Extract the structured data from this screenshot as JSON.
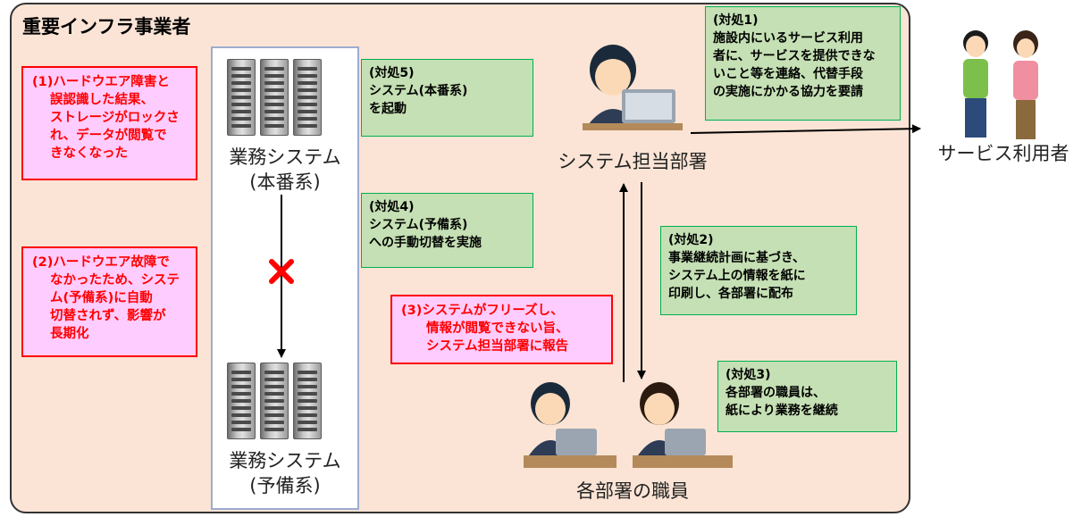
{
  "colors": {
    "outer_bg": "#fbe4d5",
    "alert_bg": "#ffccff",
    "alert_text": "#ff0000",
    "action_bg": "#c5e0b4",
    "action_border": "#00b050",
    "panel_border": "#9dabd0",
    "cross": "#ff0000"
  },
  "org_title": "重要インフラ事業者",
  "systems": {
    "prod_line1": "業務システム",
    "prod_line2": "(本番系)",
    "backup_line1": "業務システム",
    "backup_line2": "(予備系)"
  },
  "alerts": {
    "a1": [
      "(1)ハードウエア障害と",
      "誤認識した結果、",
      "ストレージがロックさ",
      "れ、データが閲覧で",
      "きなくなった"
    ],
    "a2": [
      "(2)ハードウエア故障で",
      "なかったため、システ",
      "ム(予備系)に自動",
      "切替されず、影響が",
      "長期化"
    ],
    "a3": [
      "(3)システムがフリーズし、",
      "情報が閲覧できない旨、",
      "システム担当部署に報告"
    ]
  },
  "actions": {
    "t1": [
      "(対処1)",
      "施設内にいるサービス利用",
      "者に、サービスを提供できな",
      "いこと等を連絡、代替手段",
      "の実施にかかる協力を要請"
    ],
    "t2": [
      "(対処2)",
      "事業継続計画に基づき、",
      "システム上の情報を紙に",
      "印刷し、各部署に配布"
    ],
    "t3": [
      "(対処3)",
      "各部署の職員は、",
      "紙により業務を継続"
    ],
    "t4": [
      "(対処4)",
      "システム(予備系)",
      "への手動切替を実施"
    ],
    "t5": [
      "(対処5)",
      "システム(本番系)",
      "を起動"
    ]
  },
  "labels": {
    "sys_dept": "システム担当部署",
    "staff": "各部署の職員",
    "users": "サービス利用者"
  },
  "icons": {
    "cross": "failure-x-icon",
    "server": "server-rack-icon",
    "person": "person-icon"
  }
}
